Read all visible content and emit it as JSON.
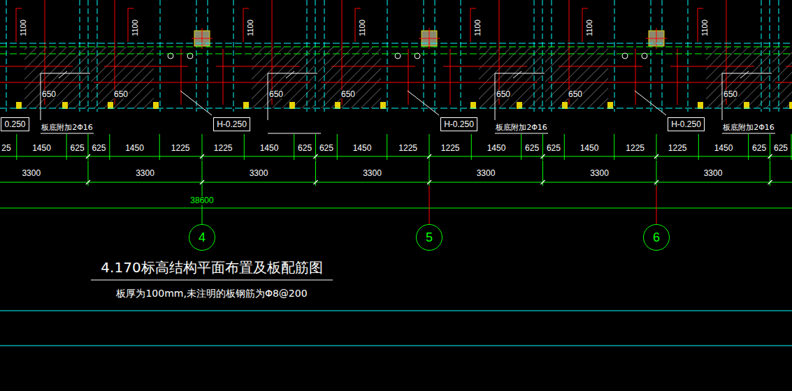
{
  "diagram": {
    "title": "4.170标高结构平面布置及板配筋图",
    "caption": "板厚为100mm,未注明的板钢筋为Φ8@200",
    "nodes": [
      {
        "text": [
          "0.250"
        ]
      },
      {
        "text": [
          "H-0.250"
        ]
      },
      {
        "text": [
          "H-0.250"
        ]
      },
      {
        "text": [
          "H-0.250"
        ]
      },
      {
        "text": [
          "4"
        ]
      },
      {
        "text": [
          "5"
        ]
      },
      {
        "text": [
          "6"
        ]
      }
    ],
    "labels": [
      "1100",
      "1100",
      "1100",
      "1100",
      "1100",
      "1100",
      "1100",
      "650",
      "650",
      "650",
      "650",
      "650",
      "650",
      "650",
      "板底附加2Φ16",
      "板底附加2Φ16",
      "板底附加2Φ16",
      "25",
      "1450",
      "625",
      "625",
      "1450",
      "1225",
      "1225",
      "1450",
      "625",
      "625",
      "1450",
      "1225",
      "1225",
      "1450",
      "625",
      "625",
      "1450",
      "1225",
      "1225",
      "1450",
      "625",
      "625",
      "3300",
      "3300",
      "3300",
      "3300",
      "3300",
      "3300",
      "3300",
      "38600"
    ]
  }
}
